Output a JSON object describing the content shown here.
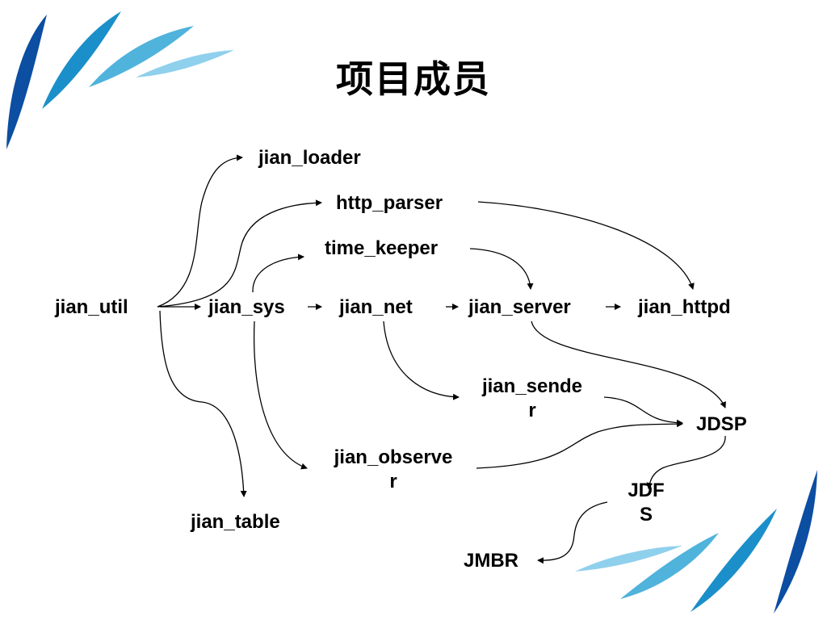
{
  "slide": {
    "title": "项目成员"
  },
  "colors": {
    "dark_blue": "#0b4ea2",
    "mid_blue": "#1b8fc9",
    "light_blue": "#4fb3dc",
    "pale_blue": "#8fd0ec",
    "text": "#000000"
  },
  "nodes": {
    "jian_util": "jian_util",
    "jian_loader": "jian_loader",
    "http_parser": "http_parser",
    "time_keeper": "time_keeper",
    "jian_sys": "jian_sys",
    "jian_net": "jian_net",
    "jian_server": "jian_server",
    "jian_httpd": "jian_httpd",
    "jian_sender_line1": "jian_sende",
    "jian_sender_line2": "r",
    "jdsp": "JDSP",
    "jian_observer_line1": "jian_observe",
    "jian_observer_line2": "r",
    "jdfs_line1": "JDF",
    "jdfs_line2": "S",
    "jian_table": "jian_table",
    "jmbr": "JMBR"
  },
  "edges": [
    {
      "from": "jian_util",
      "to": "jian_loader"
    },
    {
      "from": "jian_util",
      "to": "http_parser"
    },
    {
      "from": "jian_util",
      "to": "jian_sys"
    },
    {
      "from": "jian_util",
      "to": "jian_table"
    },
    {
      "from": "jian_sys",
      "to": "time_keeper"
    },
    {
      "from": "jian_sys",
      "to": "jian_net"
    },
    {
      "from": "jian_sys",
      "to": "jian_observer"
    },
    {
      "from": "jian_net",
      "to": "jian_server"
    },
    {
      "from": "jian_net",
      "to": "jian_sender"
    },
    {
      "from": "jian_server",
      "to": "jian_httpd"
    },
    {
      "from": "jian_server",
      "to": "JDSP"
    },
    {
      "from": "time_keeper",
      "to": "jian_server"
    },
    {
      "from": "http_parser",
      "to": "jian_httpd"
    },
    {
      "from": "jian_sender",
      "to": "JDSP"
    },
    {
      "from": "jian_observer",
      "to": "JDSP"
    },
    {
      "from": "JDSP",
      "to": "JDFS"
    },
    {
      "from": "JDFS",
      "to": "JMBR"
    }
  ]
}
